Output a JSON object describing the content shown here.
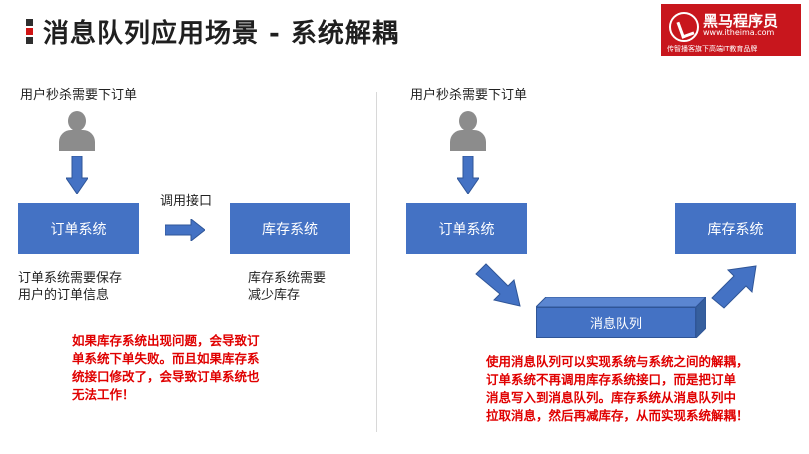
{
  "header": {
    "title": "消息队列应用场景 - 系统解耦",
    "logo": {
      "name": "黑马程序员",
      "url": "www.itheima.com",
      "slogan": "传智播客旗下高端IT教育品牌"
    }
  },
  "left": {
    "user_label": "用户秒杀需要下订单",
    "call_label": "调用接口",
    "order_box": "订单系统",
    "stock_box": "库存系统",
    "order_note": [
      "订单系统需要保存",
      "用户的订单信息"
    ],
    "stock_note": [
      "库存系统需要",
      "减少库存"
    ],
    "problem_note": [
      "如果库存系统出现问题，会导致订",
      "单系统下单失败。而且如果库存系",
      "统接口修改了，会导致订单系统也",
      "无法工作！"
    ]
  },
  "right": {
    "user_label": "用户秒杀需要下订单",
    "order_box": "订单系统",
    "stock_box": "库存系统",
    "queue_box": "消息队列",
    "solution_note": [
      "使用消息队列可以实现系统与系统之间的解耦，",
      "订单系统不再调用库存系统接口，而是把订单",
      "消息写入到消息队列。库存系统从消息队列中",
      "拉取消息，然后再减库存，从而实现系统解耦！"
    ]
  },
  "colors": {
    "box": "#4472c4",
    "accent_red": "#e00000",
    "logo_red": "#c8161d",
    "user_icon": "#8c8c8c"
  }
}
